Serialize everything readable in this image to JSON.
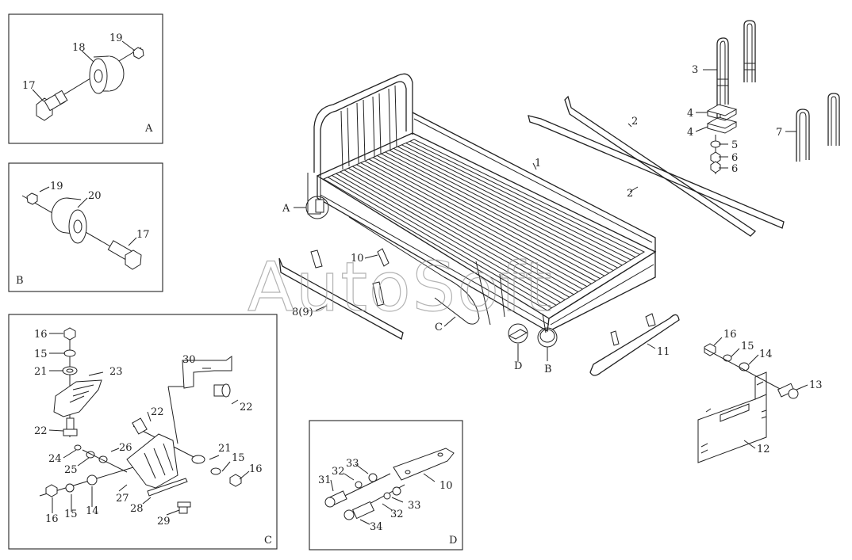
{
  "watermark": "AutoSoft",
  "insets": {
    "A": {
      "letter": "A",
      "callouts": {
        "c17": "17",
        "c18": "18",
        "c19": "19"
      }
    },
    "B": {
      "letter": "B",
      "callouts": {
        "c19": "19",
        "c20": "20",
        "c17": "17"
      }
    },
    "C": {
      "letter": "C",
      "callouts": {
        "c16a": "16",
        "c15a": "15",
        "c21a": "21",
        "c23": "23",
        "c22a": "22",
        "c30": "30",
        "c22b": "22",
        "c22c": "22",
        "c24": "24",
        "c25": "25",
        "c26": "26",
        "c21b": "21",
        "c15b": "15",
        "c16b": "16",
        "c27": "27",
        "c28": "28",
        "c29": "29",
        "c16c": "16",
        "c15c": "15",
        "c14": "14"
      }
    },
    "D": {
      "letter": "D",
      "callouts": {
        "c33a": "33",
        "c32a": "32",
        "c31": "31",
        "c10": "10",
        "c33b": "33",
        "c32b": "32",
        "c34": "34"
      }
    }
  },
  "main": {
    "callouts": {
      "c1": "1",
      "c2a": "2",
      "c2b": "2",
      "c3": "3",
      "c4a": "4",
      "c4b": "4",
      "c5": "5",
      "c6a": "6",
      "c6b": "6",
      "c7": "7",
      "c10": "10",
      "c89": "8(9)",
      "c11": "11",
      "c12": "12",
      "c13": "13",
      "c14": "14",
      "c15": "15",
      "c16": "16"
    },
    "refs": {
      "A": "A",
      "B": "B",
      "C": "C",
      "D": "D"
    }
  }
}
